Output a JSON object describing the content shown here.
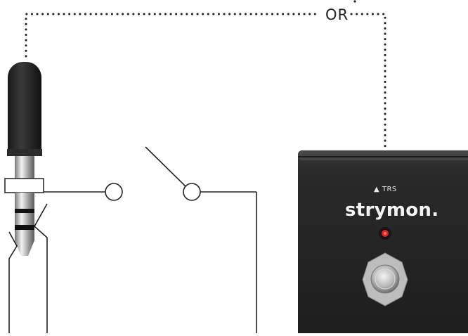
{
  "labels": {
    "connector_option": "OR",
    "pedal_badge": "▲ TRS",
    "pedal_brand": "strymon."
  },
  "icons": {
    "plug": "trs-plug-icon",
    "switch": "spst-switch-icon",
    "pedal": "footswitch-pedal-icon",
    "led": "status-led-icon"
  },
  "colors": {
    "line": "#222222",
    "pedal_body": "#2b2b2b",
    "led": "#e0201a",
    "plug_band": "#111111"
  }
}
